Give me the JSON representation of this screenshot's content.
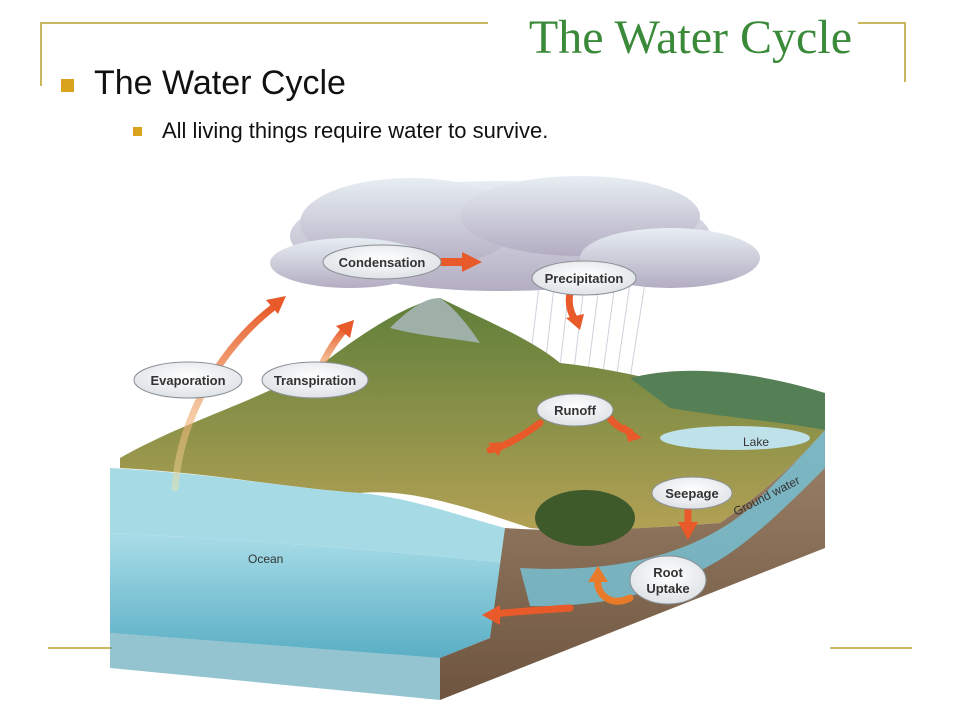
{
  "slide": {
    "title": "The Water Cycle",
    "bullet_1": "The Water Cycle",
    "bullet_2": "All living things require water to survive."
  },
  "diagram": {
    "labels": {
      "condensation": "Condensation",
      "precipitation": "Precipitation",
      "evaporation": "Evaporation",
      "transpiration": "Transpiration",
      "runoff": "Runoff",
      "seepage": "Seepage",
      "root_uptake_line1": "Root",
      "root_uptake_line2": "Uptake",
      "lake": "Lake",
      "ground_water": "Ground water",
      "ocean": "Ocean"
    },
    "colors": {
      "ocean": "#7cc4d6",
      "arrow": "#e85a2a",
      "cloud": "#c9c5d4",
      "land": "#8a9a4a",
      "soil": "#8a6e55"
    }
  }
}
